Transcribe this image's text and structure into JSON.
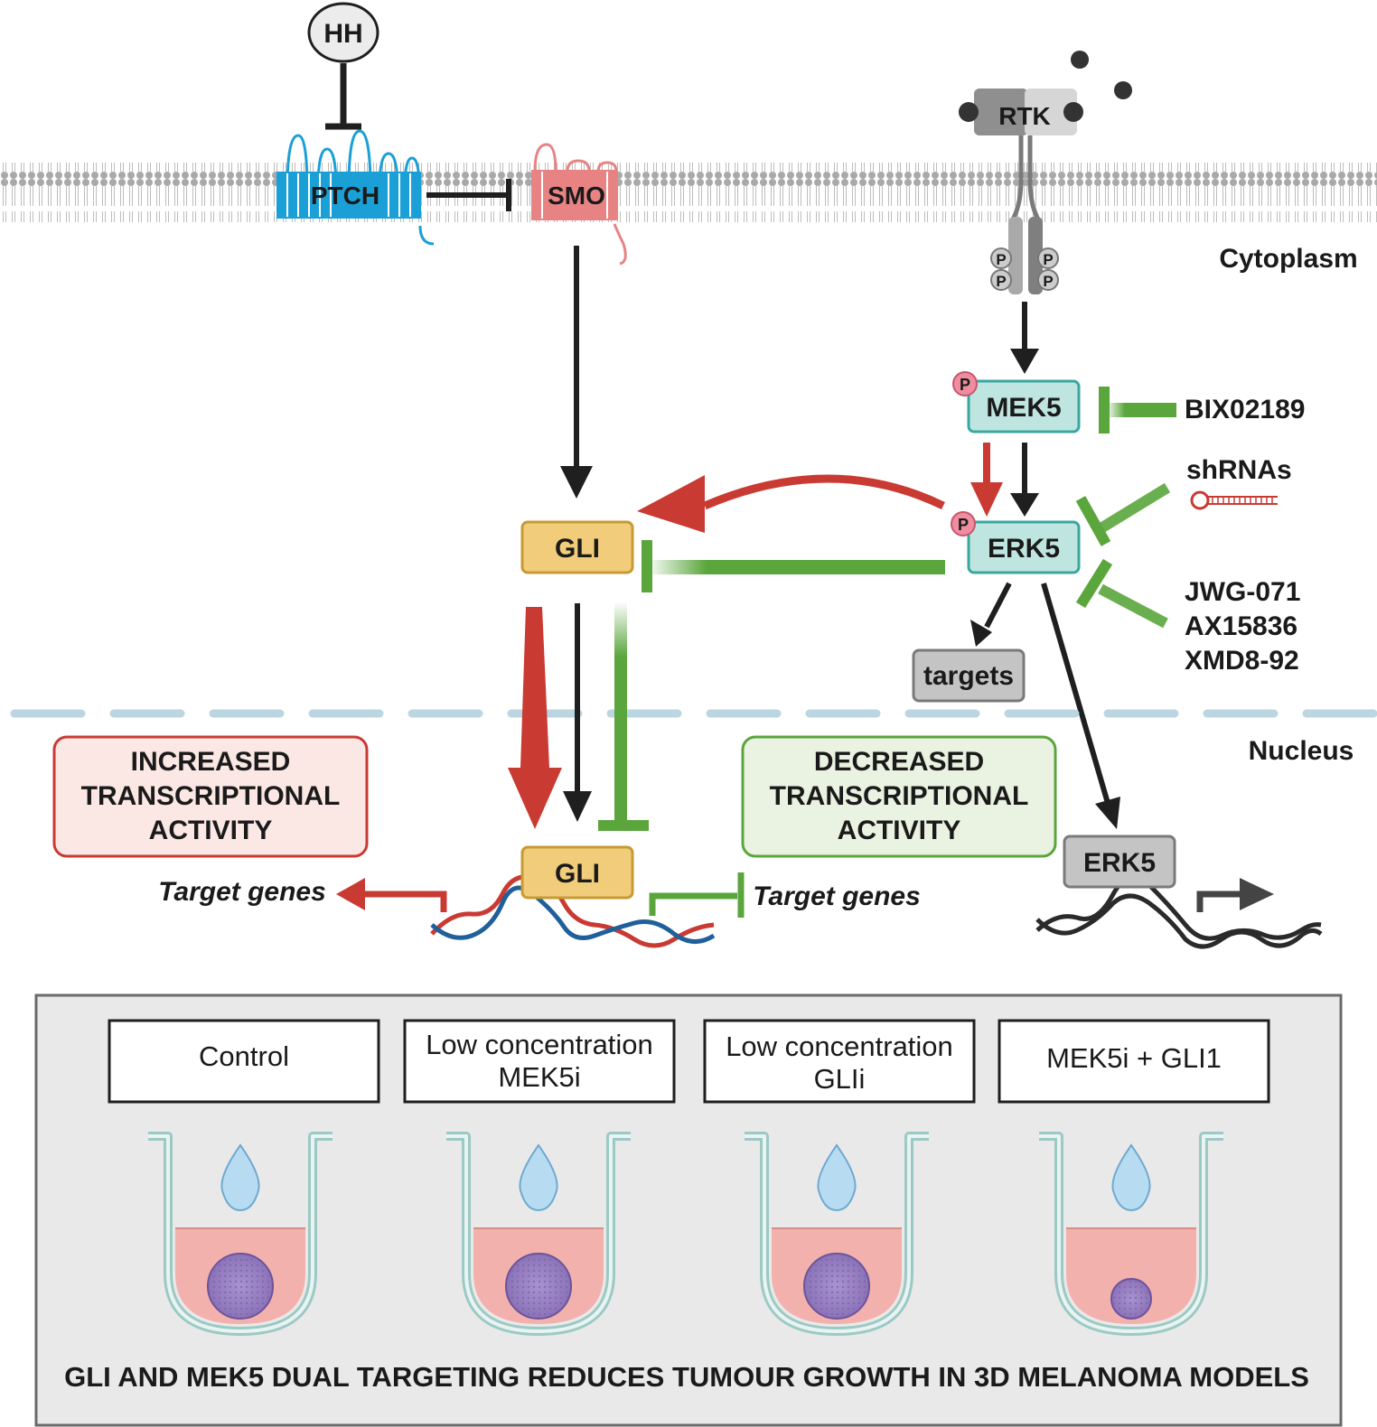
{
  "colors": {
    "inhibit_green": "#5aa63c",
    "activate_red": "#c93a33",
    "activate_black": "#1f1f1f",
    "ptch_blue": "#1aa0d6",
    "smo_pink": "#e88384",
    "kinase_teal": "#bfe5e1",
    "gli_gold": "#f1cd7b",
    "grey_box": "#c4c4c4",
    "panel_bg": "#e9e9e9",
    "medium_pink": "#f2b1ad",
    "spheroid_purple": "#9d84c6"
  },
  "ligand": {
    "label": "HH"
  },
  "receptors": {
    "ptch": "PTCH",
    "smo": "SMO",
    "rtk": "RTK"
  },
  "phospho": {
    "label": "P"
  },
  "compartments": {
    "cytoplasm": "Cytoplasm",
    "nucleus": "Nucleus"
  },
  "kinases": {
    "mek5": "MEK5",
    "erk5_cyto": "ERK5",
    "erk5_nuclear": "ERK5",
    "targets": "targets"
  },
  "gli": {
    "cyto": "GLI",
    "nuclear": "GLI"
  },
  "inhibitors": {
    "mek5": "BIX02189",
    "shrna": "shRNAs",
    "erk5": [
      "JWG-071",
      "AX15836",
      "XMD8-92"
    ]
  },
  "activity_boxes": {
    "increased": [
      "INCREASED",
      "TRANSCRIPTIONAL",
      "ACTIVITY"
    ],
    "decreased": [
      "DECREASED",
      "TRANSCRIPTIONAL",
      "ACTIVITY"
    ]
  },
  "target_genes": {
    "left": "Target genes",
    "right": "Target genes"
  },
  "conditions": [
    {
      "lines": [
        "Control"
      ],
      "spheroid": "large"
    },
    {
      "lines": [
        "Low concentration",
        "MEK5i"
      ],
      "spheroid": "large"
    },
    {
      "lines": [
        "Low concentration",
        "GLIi"
      ],
      "spheroid": "large"
    },
    {
      "lines": [
        "MEK5i + GLI1"
      ],
      "spheroid": "small"
    }
  ],
  "conclusion": "GLI AND MEK5 DUAL TARGETING REDUCES TUMOUR GROWTH IN 3D MELANOMA MODELS"
}
